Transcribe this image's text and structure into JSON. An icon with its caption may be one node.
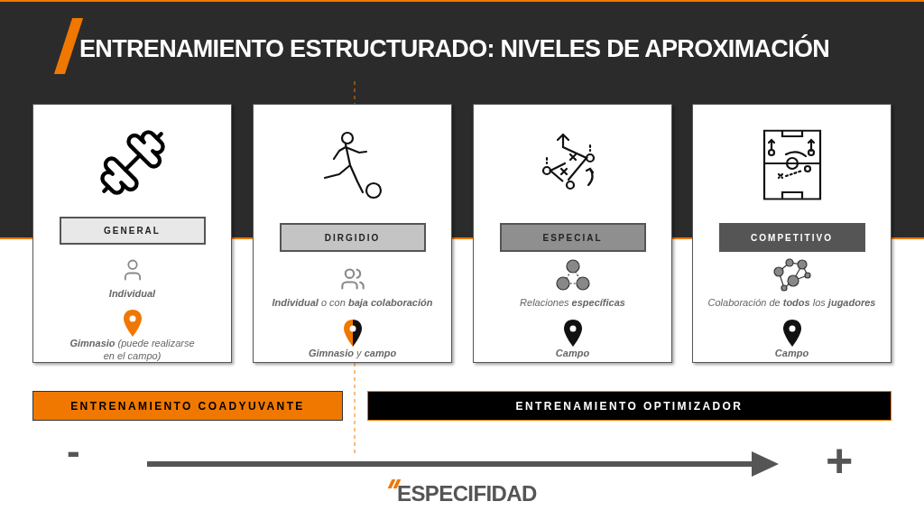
{
  "diagram": {
    "title": "ENTRENAMIENTO ESTRUCTURADO: NIVELES DE APROXIMACIÓN",
    "nodes": [
      {
        "text": [
          "**Individual**",
          "**Gimnasio** *(puede realizarse en el campo)*"
        ]
      },
      {
        "text": [
          "GENERAL"
        ],
        "in": 0
      },
      {
        "text": [
          "**Individual** o con **baja colaboración**",
          "**Gimnasio** y **campo**"
        ]
      },
      {
        "text": [
          "DIRGIDIO"
        ],
        "in": 2
      },
      {
        "text": [
          "Relaciones **específicas**",
          "**Campo**"
        ]
      },
      {
        "text": [
          "ESPECIAL"
        ],
        "in": 4
      },
      {
        "text": [
          "Colaboración de **todos** los **jugadores**",
          "**Campo**"
        ]
      },
      {
        "text": [
          "COMPETITIVO"
        ],
        "in": 6
      },
      {
        "text": [
          "ENTRENAMIENTO COADYUVANTE"
        ]
      },
      {
        "text": [
          "ENTRENAMIENTO OPTIMIZADOR"
        ]
      }
    ],
    "labels": [
      "-",
      "+",
      "ESPECIFIDAD"
    ]
  }
}
